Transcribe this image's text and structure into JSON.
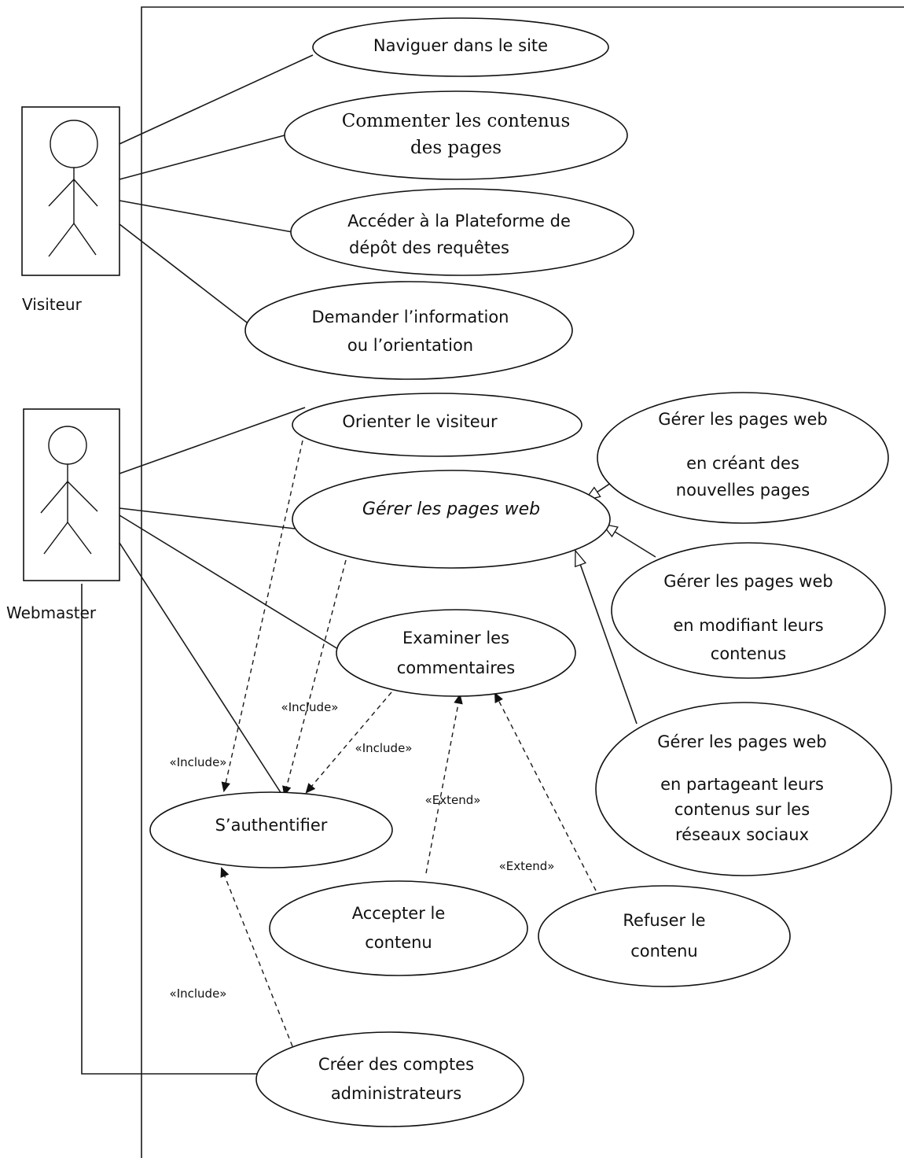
{
  "actors": {
    "visiteur": "Visiteur",
    "webmaster": "Webmaster"
  },
  "use_cases": {
    "naviguer": [
      "Naviguer dans le site"
    ],
    "commenter": [
      "Commenter les contenus",
      "des pages"
    ],
    "acceder": [
      "Accéder à la Plateforme de",
      "dépôt des requêtes"
    ],
    "demander": [
      "Demander l’information",
      "ou  l’orientation"
    ],
    "orienter": [
      "Orienter le visiteur"
    ],
    "gerer": [
      "Gérer les pages web"
    ],
    "gerer_creant": [
      "Gérer les pages web",
      "en créant des",
      "nouvelles pages"
    ],
    "gerer_modifiant": [
      "Gérer les pages web",
      "en modifiant leurs",
      "contenus"
    ],
    "gerer_partageant": [
      "Gérer les pages web",
      "en partageant leurs",
      "contenus sur les",
      "réseaux sociaux"
    ],
    "examiner": [
      "Examiner les",
      "commentaires"
    ],
    "authentifier": [
      "S’authentifier"
    ],
    "accepter": [
      "Accepter le",
      "contenu"
    ],
    "refuser": [
      "Refuser le",
      "contenu"
    ],
    "creer": [
      "Créer des comptes",
      "administrateurs"
    ]
  },
  "stereotypes": {
    "include": "«Include»",
    "extend": "«Extend»"
  }
}
